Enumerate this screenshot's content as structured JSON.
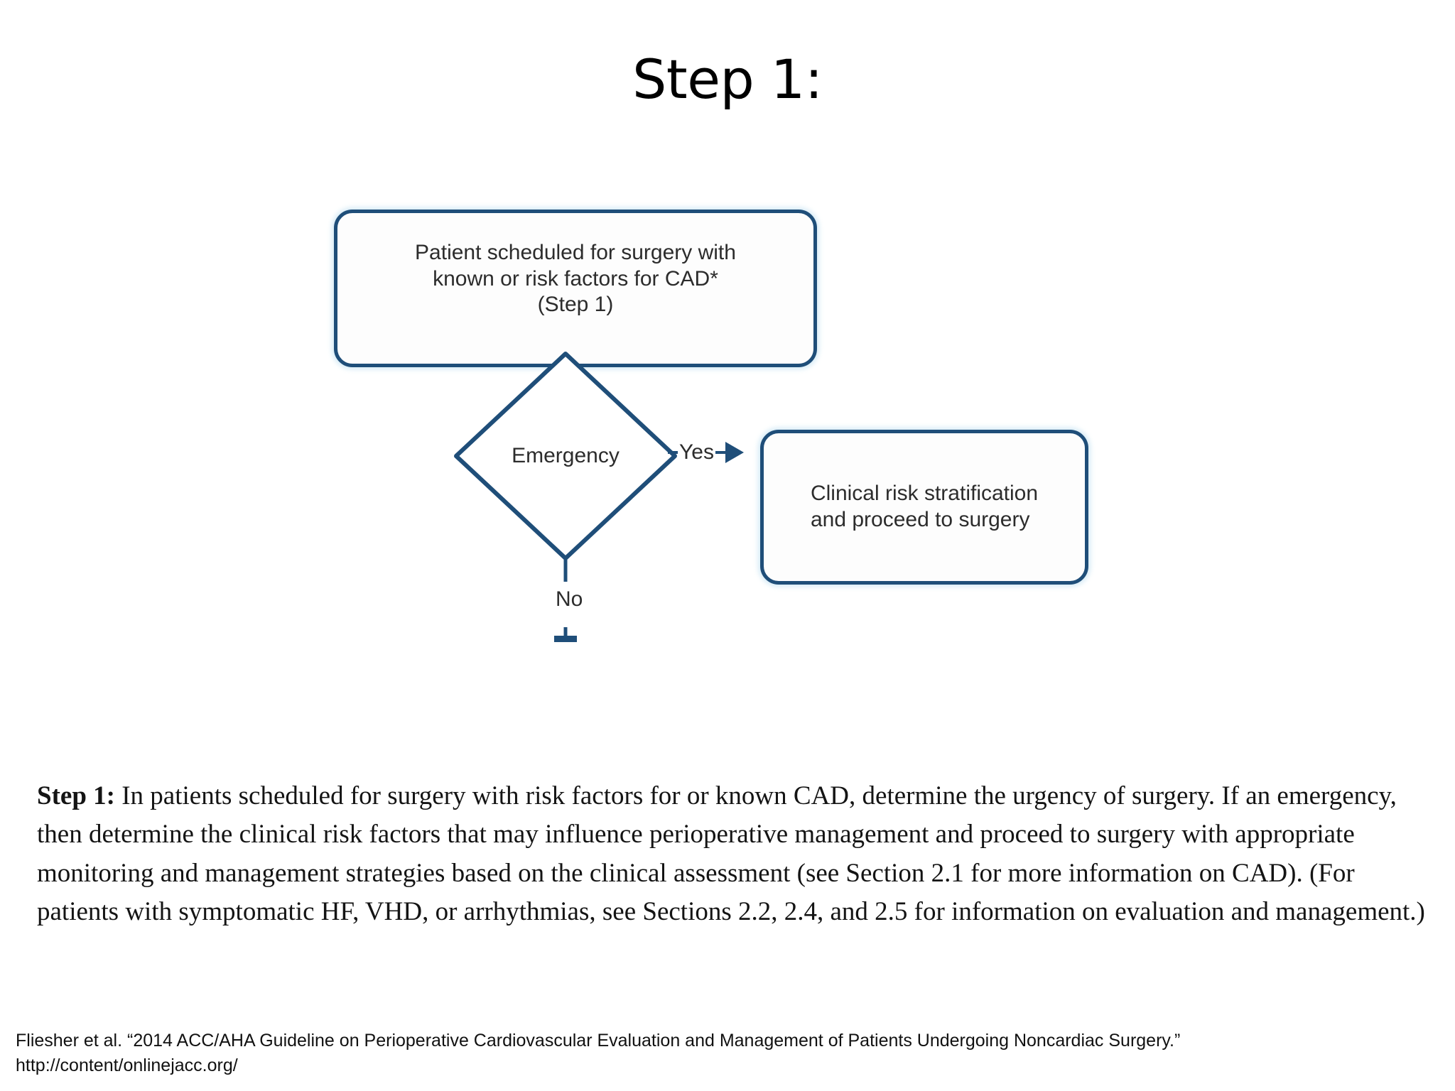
{
  "slide": {
    "title": "Step 1:"
  },
  "flowchart": {
    "start_box": "Patient scheduled for surgery with\nknown or risk factors for CAD*\n(Step 1)",
    "decision": "Emergency",
    "yes_label": "Yes",
    "no_label": "No",
    "clinical_box": "Clinical risk stratification\nand proceed to surgery",
    "colors": {
      "border": "#1f4e79",
      "glow": "#c8e4f3",
      "box_fill": "#fdfdfd",
      "text": "#2c2c2c"
    }
  },
  "body": {
    "lead": "Step 1:",
    "text": " In patients scheduled for surgery with risk factors for or known CAD, determine the urgency of surgery. If an emergency, then determine the clinical risk factors that may influence perioperative management and proceed to surgery with appropriate monitoring and management strategies based on the clinical assessment (see Section 2.1 for more information on CAD). (For patients with symptomatic HF, VHD, or arrhythmias, see Sections 2.2, 2.4, and 2.5 for information on evaluation and management.)"
  },
  "footer": {
    "citation": "Fliesher et al. “2014 ACC/AHA Guideline on Perioperative Cardiovascular Evaluation and Management of Patients Undergoing Noncardiac Surgery.”",
    "url": "http://content/onlinejacc.org/"
  }
}
